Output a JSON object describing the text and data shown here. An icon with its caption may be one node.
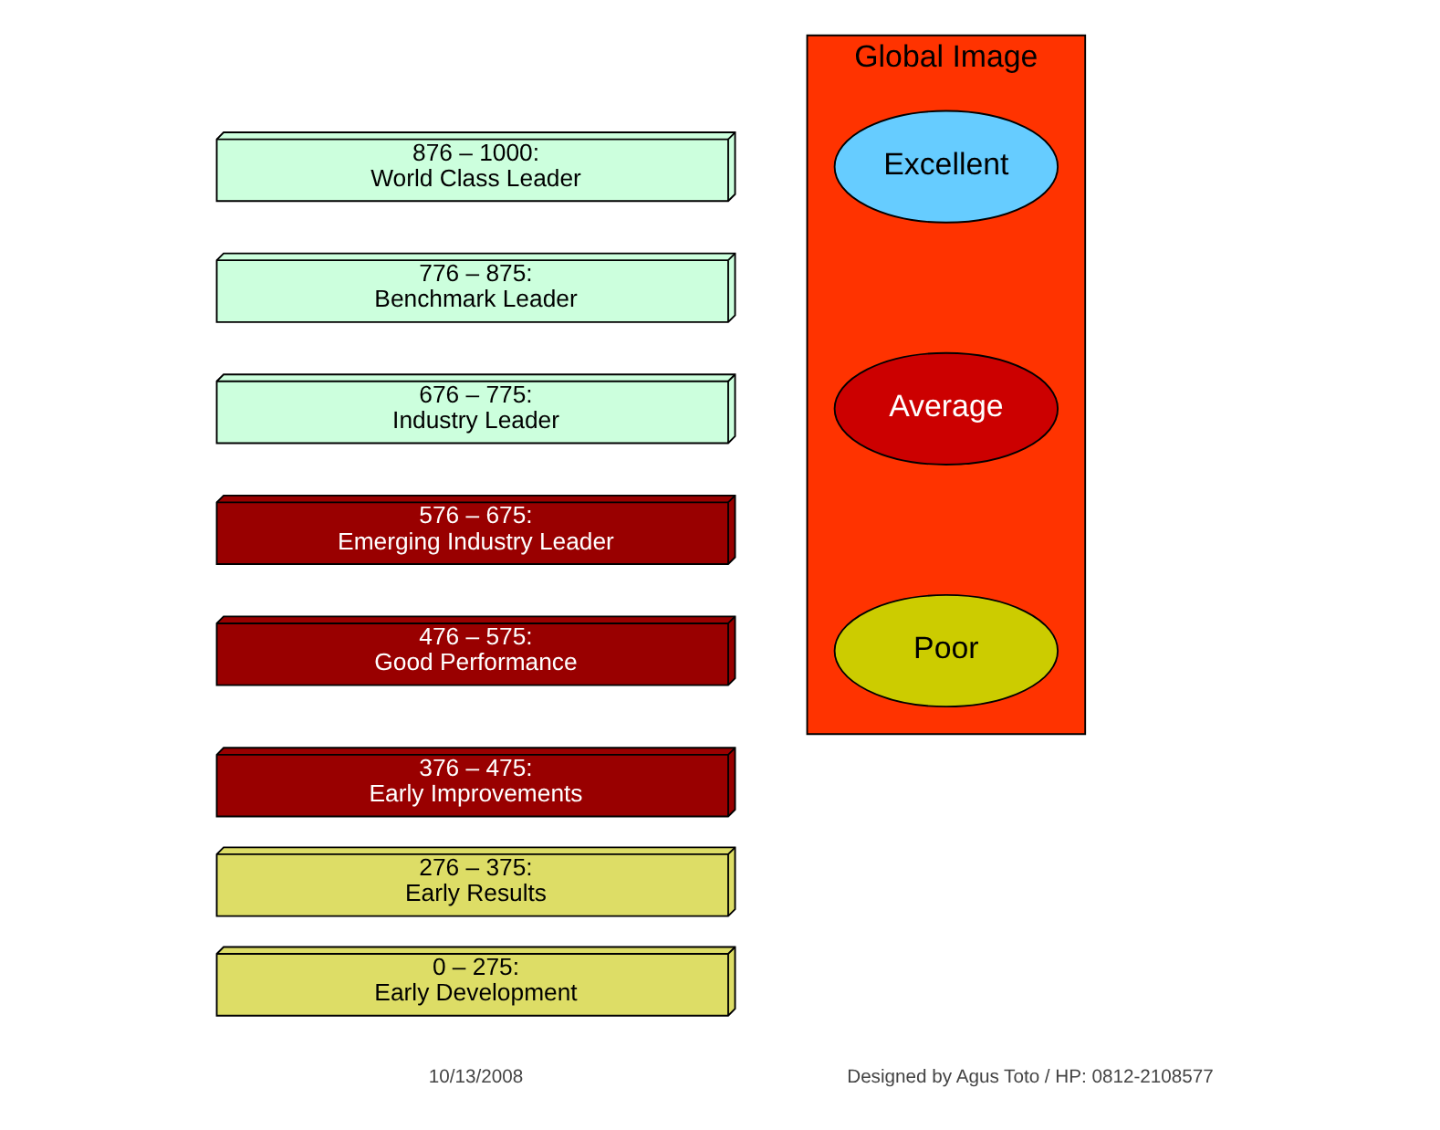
{
  "diagram": {
    "nodes": [
      {
        "text": [
          "876 – 1000:",
          "World Class Leader"
        ]
      },
      {
        "text": [
          "776 – 875:",
          "Benchmark Leader"
        ]
      },
      {
        "text": [
          "676 – 775:",
          "Industry Leader"
        ]
      },
      {
        "text": [
          "576 – 675:",
          "Emerging Industry Leader"
        ]
      },
      {
        "text": [
          "476 – 575:",
          "Good Performance"
        ]
      },
      {
        "text": [
          "376 – 475:",
          "Early Improvements"
        ]
      },
      {
        "text": [
          "276 – 375:",
          "Early Results"
        ]
      },
      {
        "text": [
          "0 – 275:",
          "Early Development"
        ]
      },
      {
        "text": [
          "Global Image"
        ]
      },
      {
        "text": [
          "Excellent"
        ],
        "in": 8
      },
      {
        "text": [
          "Average"
        ],
        "in": 8
      },
      {
        "text": [
          "Poor"
        ],
        "in": 8
      }
    ],
    "edges": [],
    "labels": [
      "10/13/2008",
      "Designed by Agus Toto / HP: 0812-2108577"
    ]
  }
}
